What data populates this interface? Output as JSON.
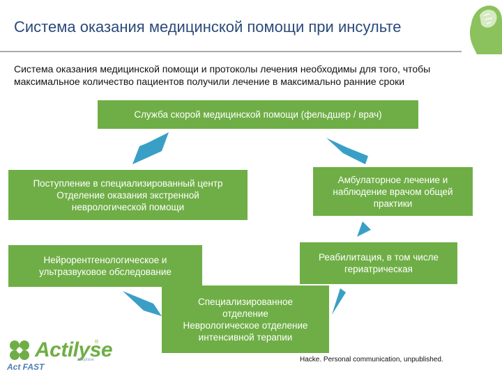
{
  "slide": {
    "title": "Система оказания медицинской помощи при инсульте",
    "intro": [
      "Система оказания медицинской помощи и протоколы лечения необходимы для того, чтобы",
      "максимальное количество пациентов получили лечение в максимально ранние сроки"
    ]
  },
  "diagram": {
    "ems": [
      "Служба скорой медицинской помощи (фельдшер / врач)"
    ],
    "center": [
      "Поступление в специализированный центр",
      "Отделение оказания экстренной",
      "неврологической помощи"
    ],
    "ambulatory": [
      "Амбулаторное лечение и",
      "наблюдение врачом общей",
      "практики"
    ],
    "neuroimaging": [
      "Нейрорентгенологическое и",
      "ультразвуковое обследование"
    ],
    "rehab": [
      "Реабилитация, в том числе",
      "гериатрическая"
    ],
    "department": [
      "Специализированное",
      "отделение",
      "Неврологическое отделение",
      "интенсивной терапии"
    ]
  },
  "footnote": "Hacke. Personal communication, unpublished.",
  "brand": {
    "name": "Actilyse",
    "registered": "®",
    "sub": "alteplase",
    "tagline": "Act FAST"
  },
  "colors": {
    "box_green": "#6fae46",
    "arrow_blue": "#3a9fc6",
    "title_blue": "#2b4a7a"
  },
  "icons": [
    "head-logo-icon",
    "brand-mark-icon"
  ]
}
